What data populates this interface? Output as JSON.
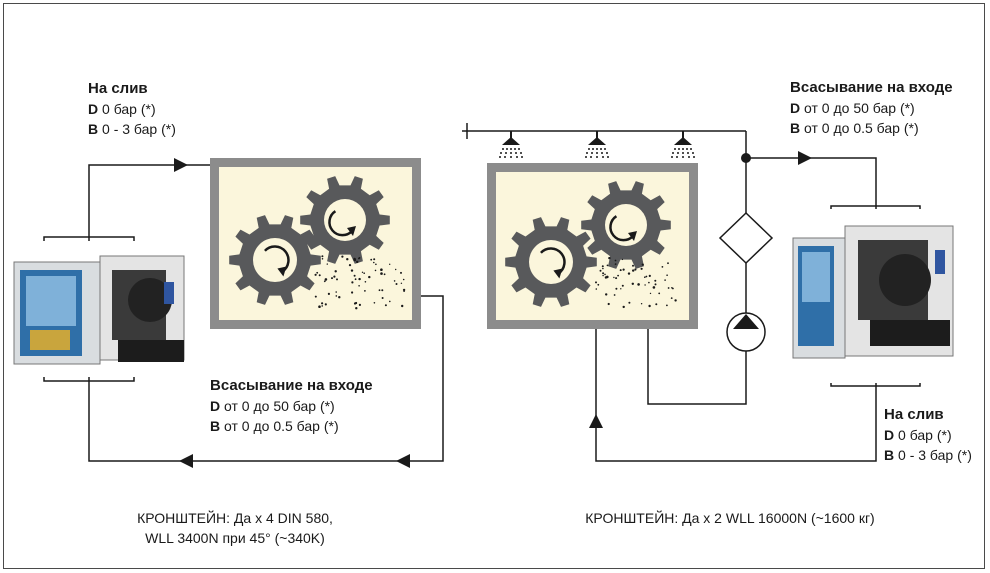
{
  "left_system": {
    "drain": {
      "title": "На слив",
      "d_key": "D",
      "d_value": "0 бар (*)",
      "b_key": "B",
      "b_value": "0 - 3 бар (*)"
    },
    "suction": {
      "title": "Всасывание на входе",
      "d_key": "D",
      "d_value": "от 0 до 50 бар (*)",
      "b_key": "B",
      "b_value": "от 0 до 0.5 бар (*)"
    },
    "bracket_line1": "КРОНШТЕЙН: Да x 4 DIN 580,",
    "bracket_line2": "WLL 3400N при 45° (~340K)"
  },
  "right_system": {
    "suction": {
      "title": "Всасывание на входе",
      "d_key": "D",
      "d_value": "от 0 до 50 бар (*)",
      "b_key": "B",
      "b_value": "от 0 до 0.5 бар (*)"
    },
    "drain": {
      "title": "На слив",
      "d_key": "D",
      "d_value": "0 бар (*)",
      "b_key": "B",
      "b_value": "0 - 3 бар (*)"
    },
    "bracket": "КРОНШТЕЙН: Да x 2 WLL 16000N (~1600 кг)"
  },
  "colors": {
    "gear": "#58595b",
    "tank_border": "#8c8c8c",
    "tank_fill": "#fbf6dc",
    "line": "#1a1a1a"
  }
}
